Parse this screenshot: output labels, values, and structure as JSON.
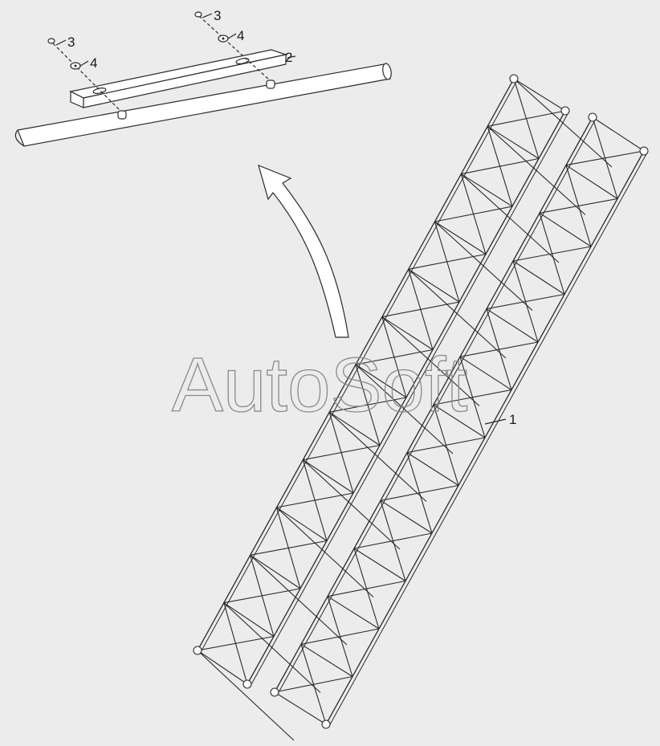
{
  "callouts": {
    "label_1": "1",
    "label_2": "2",
    "label_3a": "3",
    "label_3b": "3",
    "label_4a": "4",
    "label_4b": "4"
  },
  "watermark": {
    "text": "AutoSoft"
  },
  "colors": {
    "background": "#ececec",
    "line": "#2a2a2a",
    "watermark": "#8a8a8a"
  }
}
